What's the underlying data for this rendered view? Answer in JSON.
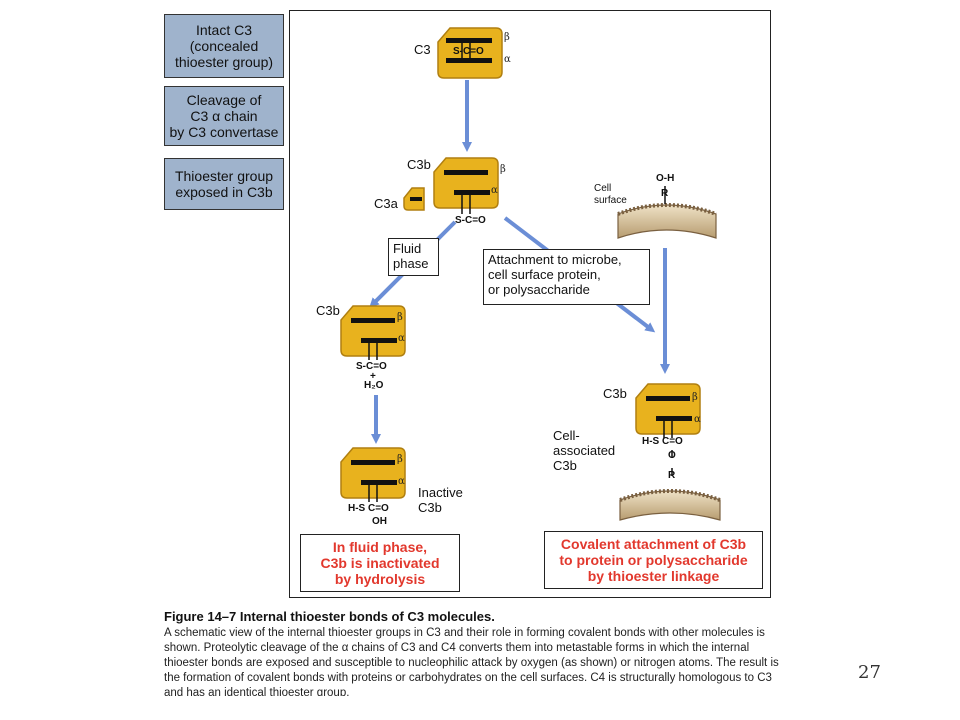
{
  "side_steps": [
    "Intact C3\n(concealed\nthioester group)",
    "Cleavage of\nC3 α chain\nby C3 convertase",
    "Thioester group\nexposed in C3b"
  ],
  "labels": {
    "c3": "C3",
    "c3b": "C3b",
    "c3a": "C3a",
    "beta": "β",
    "alpha": "α",
    "sco": "S-C=O",
    "plus": "+",
    "h2o": "H₂O",
    "hsco": "H-S C=O",
    "oh_group": "OH",
    "o_atom": "O",
    "r_atom": "R",
    "oh_top": "O-H",
    "cell_surface": "Cell\nsurface",
    "fluid_phase": "Fluid\nphase",
    "attachment": "Attachment to microbe,\ncell surface protein,\nor polysaccharide",
    "inactive": "Inactive\nC3b",
    "cell_associated": "Cell-\nassociated\nC3b",
    "result_fluid": "In fluid phase,\nC3b is inactivated\nby hydrolysis",
    "result_covalent": "Covalent attachment of C3b\nto protein or polysaccharide\nby thioester linkage"
  },
  "caption": {
    "title": "Figure 14–7   Internal thioester bonds of C3 molecules.",
    "text": "A schematic view of the internal thioester groups in C3 and their role in forming covalent bonds with other molecules is shown. Proteolytic cleavage of the α chains of C3 and C4 converts them into metastable forms in which the internal thioester bonds are exposed and susceptible to nucleophilic attack by oxygen (as shown) or nitrogen atoms. The result is the formation of covalent bonds with proteins or carbohydrates on the cell surfaces. C4 is structurally homologous to C3 and has an identical thioester group."
  },
  "page_number": "27",
  "colors": {
    "protein_fill": "#e8b21e",
    "protein_edge": "#b07f10",
    "arrow": "#6b8ed6",
    "side_box": "#9fb3cc",
    "result_text": "#e2382d",
    "membrane": "#cbb48e"
  }
}
